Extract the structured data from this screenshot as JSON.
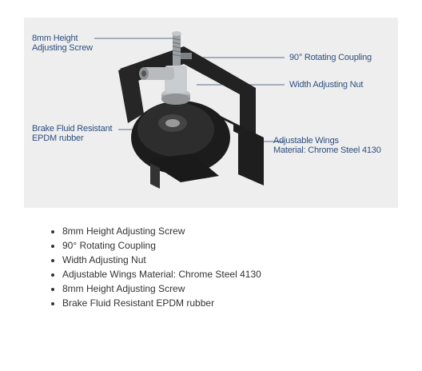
{
  "diagram": {
    "callouts": {
      "screw": "8mm Height\nAdjusting Screw",
      "coupling": "90° Rotating Coupling",
      "nut": "Width Adjusting Nut",
      "rubber": "Brake Fluid Resistant\nEPDM rubber",
      "wings": "Adjustable Wings\nMaterial: Chrome Steel 4130"
    },
    "colors": {
      "background": "#eeeeee",
      "callout_text": "#2f4f7f",
      "leader_line": "#5a6e8c",
      "part_dark": "#222222",
      "part_metal": "#bfc3c6"
    }
  },
  "features": [
    "8mm Height Adjusting Screw",
    "90° Rotating Coupling",
    "Width Adjusting Nut",
    "Adjustable Wings Material: Chrome Steel 4130",
    "8mm Height Adjusting Screw",
    "Brake Fluid Resistant EPDM rubber"
  ]
}
